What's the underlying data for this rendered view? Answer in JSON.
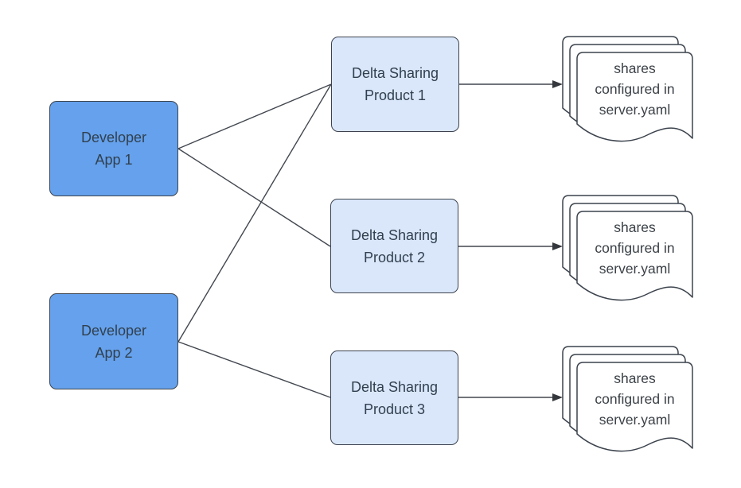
{
  "diagram": {
    "apps": [
      {
        "label": "Developer App 1",
        "lines": [
          "Developer",
          "App 1"
        ]
      },
      {
        "label": "Developer App 2",
        "lines": [
          "Developer",
          "App 2"
        ]
      }
    ],
    "products": [
      {
        "label": "Delta Sharing Product 1",
        "lines": [
          "Delta Sharing",
          "Product 1"
        ]
      },
      {
        "label": "Delta Sharing Product 2",
        "lines": [
          "Delta Sharing",
          "Product 2"
        ]
      },
      {
        "label": "Delta Sharing Product 3",
        "lines": [
          "Delta Sharing",
          "Product 3"
        ]
      }
    ],
    "doc_stacks": [
      {
        "label": "shares configured in server.yaml",
        "lines": [
          "shares",
          "configured in",
          "server.yaml"
        ],
        "sheet_count": 3
      },
      {
        "label": "shares configured in server.yaml",
        "lines": [
          "shares",
          "configured in",
          "server.yaml"
        ],
        "sheet_count": 3
      },
      {
        "label": "shares configured in server.yaml",
        "lines": [
          "shares",
          "configured in",
          "server.yaml"
        ],
        "sheet_count": 3
      }
    ],
    "edges": [
      {
        "from": "Developer App 1",
        "to": "Delta Sharing Product 1",
        "arrow": false
      },
      {
        "from": "Developer App 1",
        "to": "Delta Sharing Product 2",
        "arrow": false
      },
      {
        "from": "Developer App 2",
        "to": "Delta Sharing Product 1",
        "arrow": false
      },
      {
        "from": "Developer App 2",
        "to": "Delta Sharing Product 3",
        "arrow": false
      },
      {
        "from": "Delta Sharing Product 1",
        "to": "shares configured in server.yaml (stack 1)",
        "arrow": true
      },
      {
        "from": "Delta Sharing Product 2",
        "to": "shares configured in server.yaml (stack 2)",
        "arrow": true
      },
      {
        "from": "Delta Sharing Product 3",
        "to": "shares configured in server.yaml (stack 3)",
        "arrow": true
      }
    ]
  },
  "colors": {
    "background": "#ffffff",
    "app_fill": "#65a1ec",
    "product_fill": "#dae7fb",
    "border": "#3c434d",
    "connector": "#42474f",
    "arrowhead": "#34383d",
    "text": "#31404f",
    "doc_text": "#3b4147",
    "doc_fill": "#ffffff"
  }
}
